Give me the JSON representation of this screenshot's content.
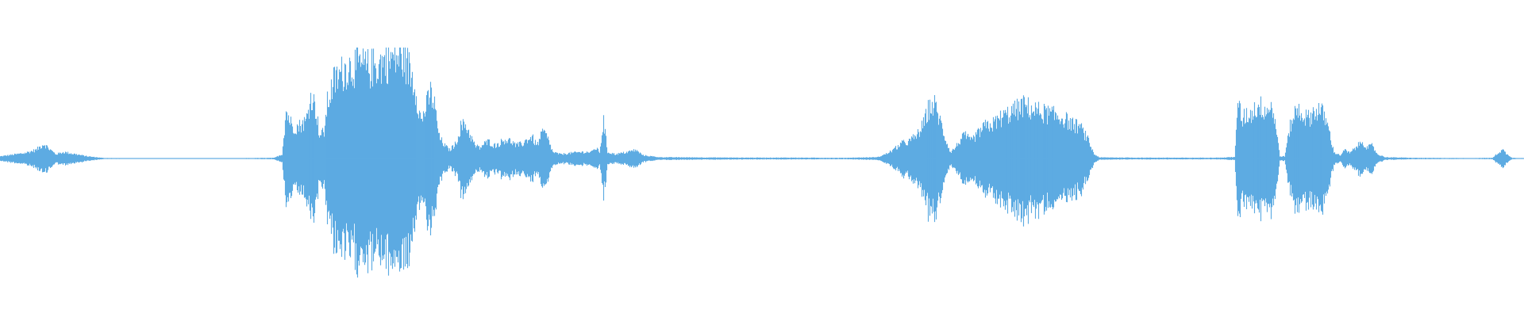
{
  "waveform": {
    "color": "#5dabe2",
    "background": "#ffffff",
    "amplitude_envelope": [
      [
        0,
        0.02
      ],
      [
        30,
        0.05
      ],
      [
        45,
        0.08
      ],
      [
        55,
        0.14
      ],
      [
        60,
        0.1
      ],
      [
        70,
        0.04
      ],
      [
        80,
        0.06
      ],
      [
        95,
        0.04
      ],
      [
        110,
        0.02
      ],
      [
        130,
        0.005
      ],
      [
        170,
        0.003
      ],
      [
        190,
        0.004
      ],
      [
        280,
        0.002
      ],
      [
        310,
        0.004
      ],
      [
        345,
        0.006
      ],
      [
        355,
        0.04
      ],
      [
        360,
        0.45
      ],
      [
        368,
        0.3
      ],
      [
        375,
        0.3
      ],
      [
        385,
        0.35
      ],
      [
        392,
        0.6
      ],
      [
        398,
        0.45
      ],
      [
        402,
        0.22
      ],
      [
        408,
        0.25
      ],
      [
        412,
        0.52
      ],
      [
        420,
        0.72
      ],
      [
        435,
        0.85
      ],
      [
        450,
        0.88
      ],
      [
        465,
        0.85
      ],
      [
        480,
        0.9
      ],
      [
        495,
        0.95
      ],
      [
        508,
        0.96
      ],
      [
        515,
        0.85
      ],
      [
        522,
        0.7
      ],
      [
        530,
        0.35
      ],
      [
        537,
        0.5
      ],
      [
        542,
        0.62
      ],
      [
        547,
        0.5
      ],
      [
        553,
        0.2
      ],
      [
        560,
        0.12
      ],
      [
        566,
        0.08
      ],
      [
        574,
        0.14
      ],
      [
        580,
        0.3
      ],
      [
        586,
        0.32
      ],
      [
        592,
        0.22
      ],
      [
        598,
        0.12
      ],
      [
        604,
        0.1
      ],
      [
        610,
        0.14
      ],
      [
        616,
        0.16
      ],
      [
        622,
        0.12
      ],
      [
        628,
        0.14
      ],
      [
        636,
        0.18
      ],
      [
        644,
        0.16
      ],
      [
        650,
        0.12
      ],
      [
        658,
        0.14
      ],
      [
        664,
        0.18
      ],
      [
        670,
        0.2
      ],
      [
        676,
        0.12
      ],
      [
        684,
        0.26
      ],
      [
        690,
        0.18
      ],
      [
        696,
        0.06
      ],
      [
        705,
        0.04
      ],
      [
        718,
        0.05
      ],
      [
        730,
        0.06
      ],
      [
        745,
        0.06
      ],
      [
        750,
        0.1
      ],
      [
        755,
        0.06
      ],
      [
        760,
        0.35
      ],
      [
        765,
        0.06
      ],
      [
        775,
        0.04
      ],
      [
        790,
        0.06
      ],
      [
        800,
        0.08
      ],
      [
        810,
        0.03
      ],
      [
        830,
        0.012
      ],
      [
        880,
        0.01
      ],
      [
        940,
        0.008
      ],
      [
        1000,
        0.008
      ],
      [
        1060,
        0.006
      ],
      [
        1090,
        0.01
      ],
      [
        1105,
        0.012
      ],
      [
        1115,
        0.04
      ],
      [
        1125,
        0.08
      ],
      [
        1135,
        0.14
      ],
      [
        1145,
        0.16
      ],
      [
        1155,
        0.22
      ],
      [
        1163,
        0.32
      ],
      [
        1170,
        0.48
      ],
      [
        1177,
        0.5
      ],
      [
        1183,
        0.38
      ],
      [
        1190,
        0.2
      ],
      [
        1197,
        0.06
      ],
      [
        1203,
        0.1
      ],
      [
        1210,
        0.18
      ],
      [
        1216,
        0.22
      ],
      [
        1222,
        0.16
      ],
      [
        1230,
        0.22
      ],
      [
        1240,
        0.3
      ],
      [
        1250,
        0.32
      ],
      [
        1260,
        0.38
      ],
      [
        1270,
        0.42
      ],
      [
        1280,
        0.46
      ],
      [
        1290,
        0.5
      ],
      [
        1300,
        0.46
      ],
      [
        1310,
        0.44
      ],
      [
        1320,
        0.42
      ],
      [
        1330,
        0.4
      ],
      [
        1340,
        0.38
      ],
      [
        1350,
        0.32
      ],
      [
        1360,
        0.3
      ],
      [
        1370,
        0.18
      ],
      [
        1378,
        0.04
      ],
      [
        1385,
        0.01
      ],
      [
        1430,
        0.008
      ],
      [
        1500,
        0.007
      ],
      [
        1540,
        0.008
      ],
      [
        1555,
        0.015
      ],
      [
        1560,
        0.55
      ],
      [
        1564,
        0.35
      ],
      [
        1568,
        0.4
      ],
      [
        1575,
        0.42
      ],
      [
        1580,
        0.46
      ],
      [
        1585,
        0.5
      ],
      [
        1590,
        0.48
      ],
      [
        1596,
        0.46
      ],
      [
        1602,
        0.5
      ],
      [
        1606,
        0.35
      ],
      [
        1612,
        0.02
      ],
      [
        1618,
        0.02
      ],
      [
        1625,
        0.3
      ],
      [
        1630,
        0.42
      ],
      [
        1636,
        0.46
      ],
      [
        1642,
        0.4
      ],
      [
        1648,
        0.38
      ],
      [
        1655,
        0.44
      ],
      [
        1662,
        0.46
      ],
      [
        1668,
        0.4
      ],
      [
        1674,
        0.26
      ],
      [
        1680,
        0.06
      ],
      [
        1688,
        0.03
      ],
      [
        1694,
        0.08
      ],
      [
        1700,
        0.05
      ],
      [
        1710,
        0.12
      ],
      [
        1716,
        0.16
      ],
      [
        1722,
        0.1
      ],
      [
        1728,
        0.12
      ],
      [
        1735,
        0.04
      ],
      [
        1745,
        0.012
      ],
      [
        1780,
        0.006
      ],
      [
        1850,
        0.004
      ],
      [
        1880,
        0.006
      ],
      [
        1888,
        0.06
      ],
      [
        1893,
        0.08
      ],
      [
        1898,
        0.04
      ],
      [
        1905,
        0.006
      ],
      [
        1920,
        0.004
      ]
    ]
  }
}
